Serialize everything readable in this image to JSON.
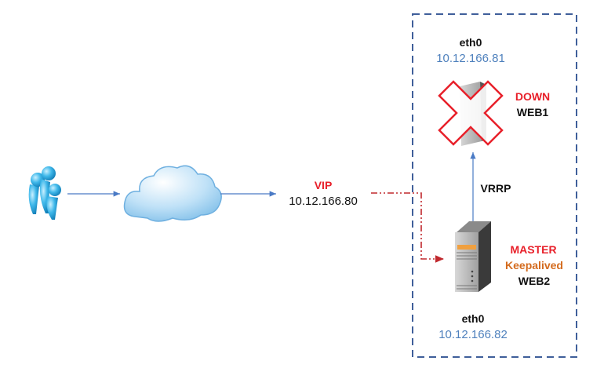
{
  "diagram": {
    "vip": {
      "label": "VIP",
      "ip": "10.12.166.80"
    },
    "web1": {
      "iface": "eth0",
      "ip": "10.12.166.81",
      "state": "DOWN",
      "name": "WEB1"
    },
    "web2": {
      "iface": "eth0",
      "ip": "10.12.166.82",
      "state": "MASTER",
      "service": "Keepalived",
      "name": "WEB2"
    },
    "link_label": "VRRP",
    "colors": {
      "red": "#e8202a",
      "blue_ip": "#4f81bd",
      "orange": "#d46b1e",
      "dash_box": "#3f5f9a",
      "arrow": "#4a7ac5",
      "vip_link": "#c0282d"
    }
  }
}
